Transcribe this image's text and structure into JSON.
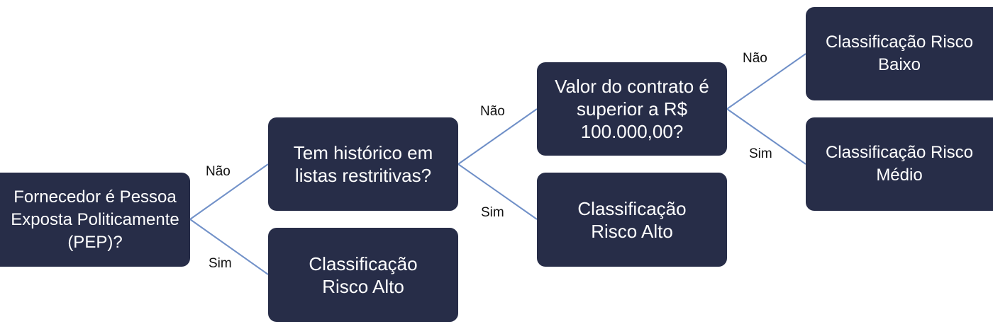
{
  "nodes": {
    "pep_question": "Fornecedor é Pessoa Exposta Politicamente (PEP)?",
    "restrictive_lists_question": "Tem histórico em listas restritivas?",
    "high_risk_1": "Classificação Risco Alto",
    "contract_value_question": "Valor do contrato é superior a R$ 100.000,00?",
    "high_risk_2": "Classificação Risco Alto",
    "low_risk": "Classificação Risco Baixo",
    "medium_risk": "Classificação Risco Médio"
  },
  "edges": {
    "pep_no": "Não",
    "pep_yes": "Sim",
    "lists_no": "Não",
    "lists_yes": "Sim",
    "value_no": "Não",
    "value_yes": "Sim"
  },
  "colors": {
    "box": "#272d48",
    "line": "#7090c8"
  }
}
